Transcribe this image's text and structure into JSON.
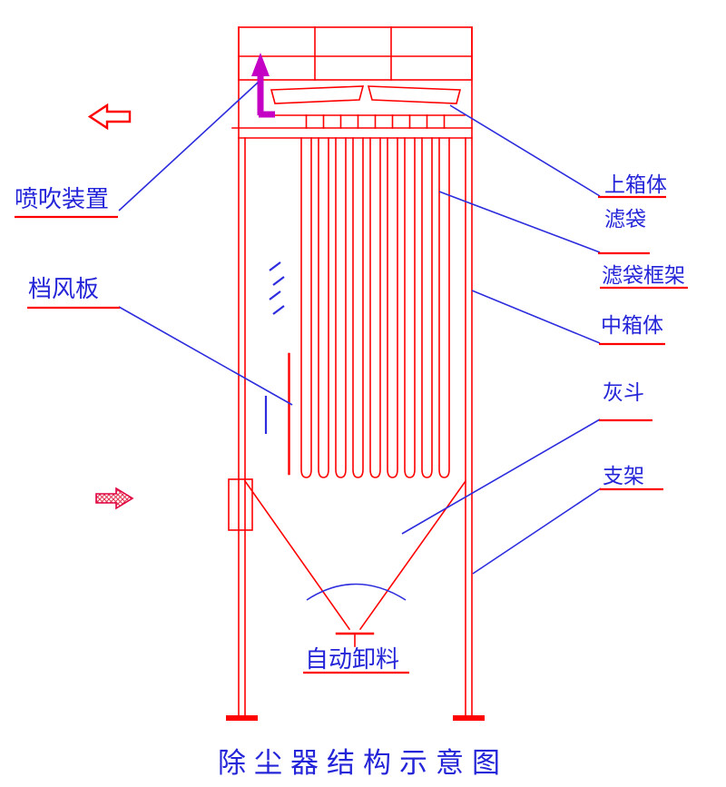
{
  "title": {
    "text": "除尘器结构示意图"
  },
  "colors": {
    "structure_red": "#fe0000",
    "label_blue": "#2424d8",
    "leader_blue": "#2d2dde",
    "pulse_magenta": "#c400c4"
  },
  "labels": {
    "blow_device": "喷吹装置",
    "baffle": "档风板",
    "upper_box": "上箱体",
    "filter_bag": "滤袋",
    "bag_cage": "滤袋框架",
    "middle_box": "中箱体",
    "ash_hopper": "灰斗",
    "support": "支架",
    "auto_discharge": "自动卸料"
  }
}
